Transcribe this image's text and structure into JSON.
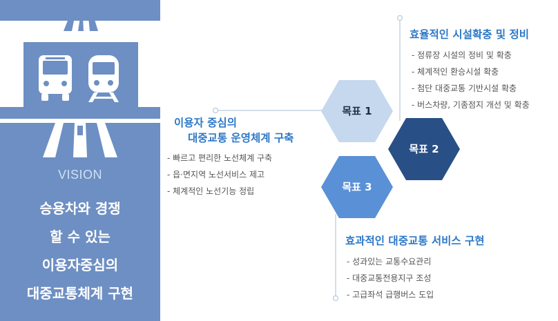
{
  "vision": {
    "label": "VISION",
    "lines": [
      "승용차와 경쟁",
      "할 수 있는",
      "이용자중심의",
      "대중교통체계 구현"
    ]
  },
  "goals": [
    {
      "label": "목표 1",
      "title_lines": [
        "이용자 중심의",
        "대중교통 운영체계 구축"
      ],
      "items": [
        "- 빠르고 편리한 노선체계 구축",
        "- 읍·면지역 노선서비스 제고",
        "- 체계적인 노선기능 정립"
      ]
    },
    {
      "label": "목표 2",
      "title": "효율적인 시설확충 및 정비",
      "items": [
        "- 정류장 시설의 정비 및 확충",
        "- 체계적인 환승시설 확충",
        "- 첨단 대중교통 기반시설 확충",
        "- 버스차량, 기종점지 개선 및 확충"
      ]
    },
    {
      "label": "목표 3",
      "title": "효과적인 대중교통 서비스 구현",
      "items": [
        "- 성과있는 교통수요관리",
        "- 대중교통전용지구 조성",
        "- 고급좌석 급행버스 도입"
      ]
    }
  ],
  "colors": {
    "panel": "#6d8fc3",
    "goal1": "#c5d8ee",
    "goal2": "#284f86",
    "goal3": "#5a90d6",
    "title": "#2d78c6"
  },
  "icons": [
    "road-icon",
    "bus-icon",
    "train-icon"
  ]
}
